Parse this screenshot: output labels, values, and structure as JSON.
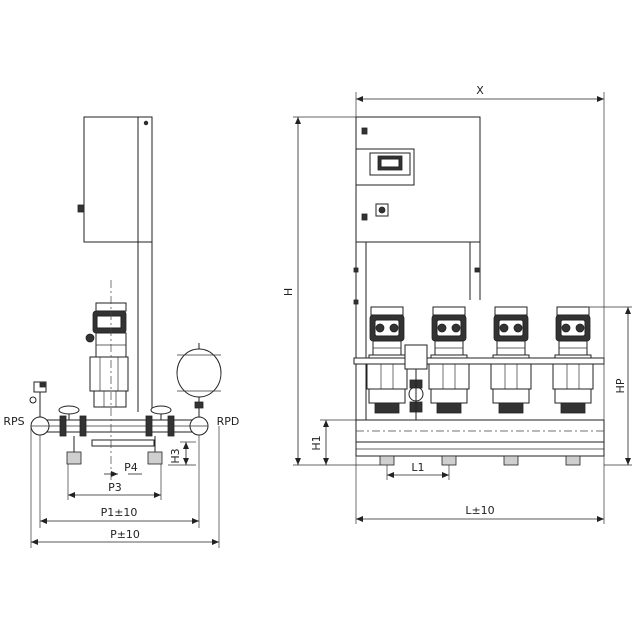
{
  "labels": {
    "rps": "RPS",
    "rpd": "RPD",
    "p4": "P4",
    "p3": "P3",
    "p1": "P1±10",
    "p": "P±10",
    "h3": "H3",
    "x": "X",
    "h": "H",
    "hp": "HP",
    "h1": "H1",
    "l1": "L1",
    "l": "L±10"
  },
  "pump_count": 4
}
